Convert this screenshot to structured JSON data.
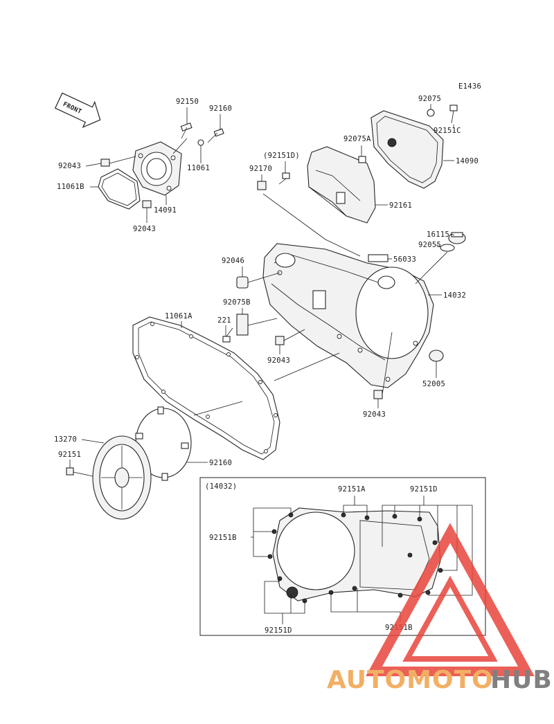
{
  "diagram": {
    "code": "E1436",
    "front_label": "FRONT",
    "parts": {
      "p92150": "92150",
      "p92160": "92160",
      "p92043_a": "92043",
      "p11061": "11061",
      "p11061B": "11061B",
      "p14091": "14091",
      "p92043_b": "92043",
      "p92075": "92075",
      "p92151C": "92151C",
      "p92075A": "92075A",
      "p14090": "14090",
      "p92151D_paren": "(92151D)",
      "p92170": "92170",
      "p92161": "92161",
      "p16115": "16115",
      "p92055": "92055",
      "p56033": "56033",
      "p92046": "92046",
      "p14032": "14032",
      "p92075B": "92075B",
      "p11061A": "11061A",
      "p221": "221",
      "p92043_c": "92043",
      "p52005": "52005",
      "p92043_d": "92043",
      "p13270": "13270",
      "p92151": "92151",
      "p92160_disc": "92160"
    },
    "inset": {
      "title": "(14032)",
      "l92151A": "92151A",
      "l92151D_top": "92151D",
      "l92151B_left": "92151B",
      "l92151D_bottom": "92151D",
      "l92151B_bottom": "92151B"
    }
  },
  "watermark": {
    "part1": "AUTOMOTO",
    "part2": "HUB",
    "color_primary": "#f0a24a",
    "color_secondary": "#6b6b6b",
    "color_triangle": "#e8453c"
  }
}
